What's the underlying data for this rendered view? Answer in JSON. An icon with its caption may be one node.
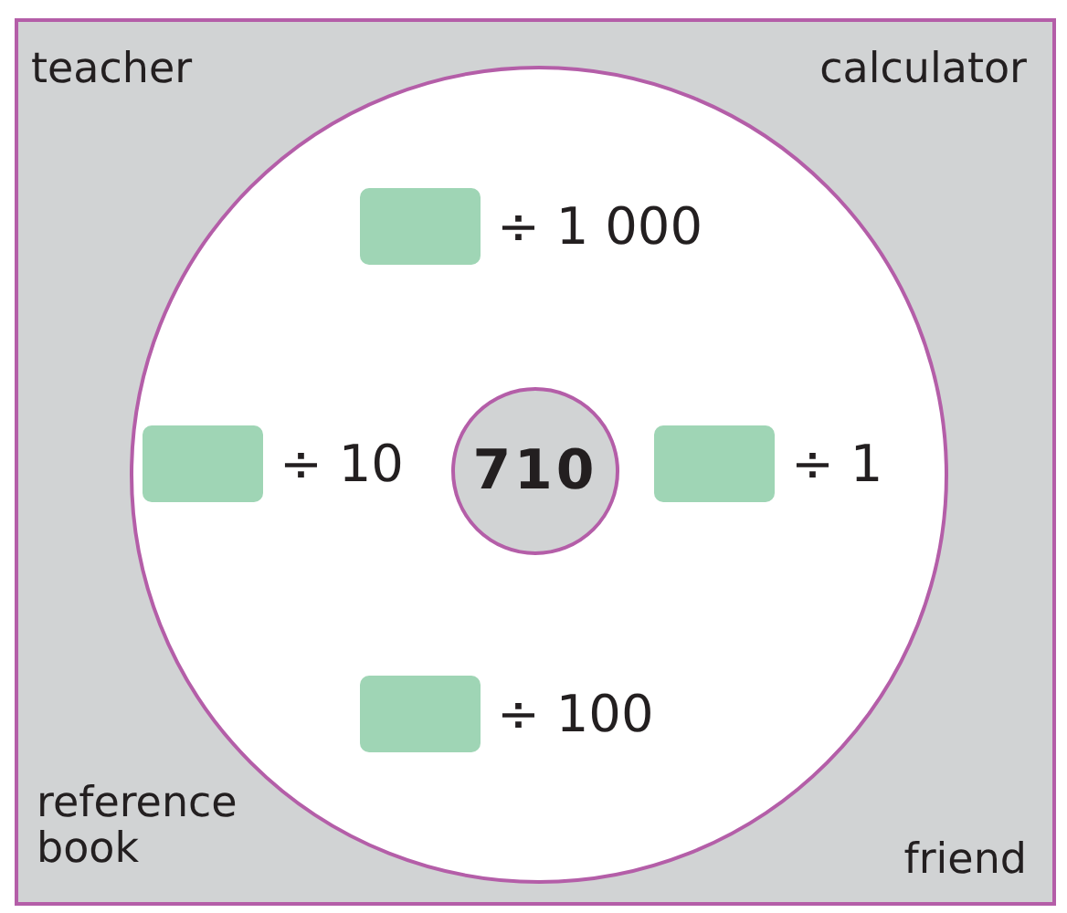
{
  "diagram": {
    "nodes": [
      {
        "text": [],
        "shape": "box"
      },
      {
        "text": [],
        "shape": "circle",
        "in": 0
      },
      {
        "text": [
          "710"
        ],
        "in": 1
      }
    ],
    "labels": [
      "teacher",
      "calculator",
      "÷ 1 000",
      "÷ 10",
      "÷ 1",
      "÷ 100",
      "reference book",
      "friend"
    ]
  }
}
